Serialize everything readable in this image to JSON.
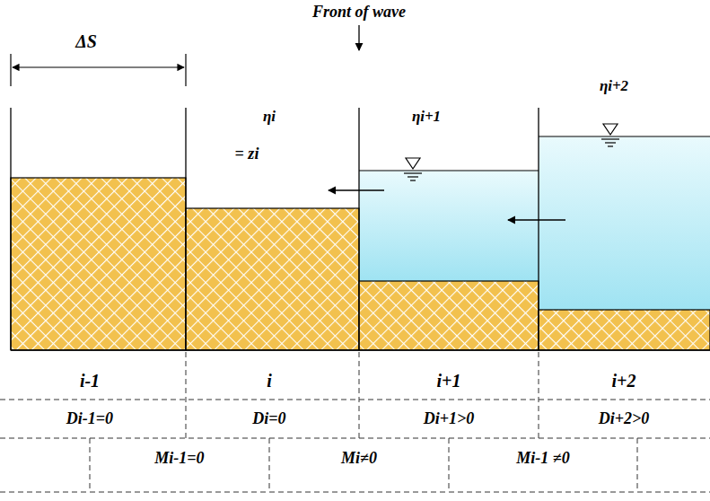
{
  "diagram": {
    "labels": [
      "Front of wave",
      "ΔS",
      "ηi",
      "= zi",
      "ηi+1",
      "ηi+2",
      "i-1",
      "i",
      "i+1",
      "i+2",
      "Di-1=0",
      "Di=0",
      "Di+1>0",
      "Di+2>0",
      "Mi-1=0",
      "Mi≠0",
      "Mi-1 ≠0"
    ]
  }
}
